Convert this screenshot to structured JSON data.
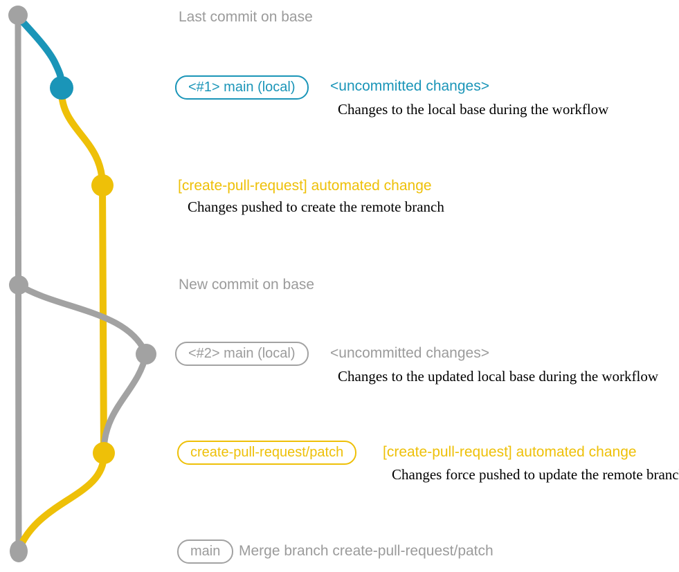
{
  "colors": {
    "gray_line": "#a2a2a2",
    "gray_text": "#9b9b9b",
    "blue": "#1a95b8",
    "yellow": "#eec008",
    "description_text": "#000000"
  },
  "annotations": {
    "last_commit": "Last commit on base",
    "new_commit": "New commit on base"
  },
  "commits": {
    "local1": {
      "branch_label": "<#1> main (local)",
      "heading": "<uncommitted changes>",
      "description": "Changes to the local base during the workflow"
    },
    "remote1": {
      "heading": "[create-pull-request] automated change",
      "description": "Changes pushed to create the remote branch"
    },
    "local2": {
      "branch_label": "<#2> main (local)",
      "heading": "<uncommitted changes>",
      "description": "Changes to the updated local base during the workflow"
    },
    "remote2": {
      "branch_label": "create-pull-request/patch",
      "heading": "[create-pull-request] automated change",
      "description": "Changes force pushed to update the remote branch"
    },
    "merge": {
      "branch_label": "main",
      "message": "Merge branch create-pull-request/patch"
    }
  }
}
